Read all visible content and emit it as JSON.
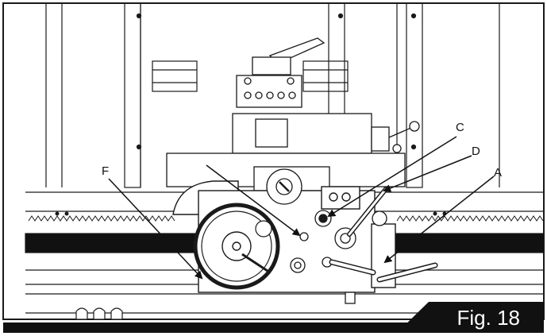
{
  "figure": {
    "label": "Fig. 18"
  },
  "callouts": [
    {
      "id": "F",
      "text": "F"
    },
    {
      "id": "C",
      "text": "C"
    },
    {
      "id": "D",
      "text": "D"
    },
    {
      "id": "A",
      "text": "A"
    }
  ],
  "colors": {
    "line": "#1a1a1a",
    "rack_band": "#111111",
    "panel_fill": "#ffffff",
    "badge": "#111111"
  }
}
